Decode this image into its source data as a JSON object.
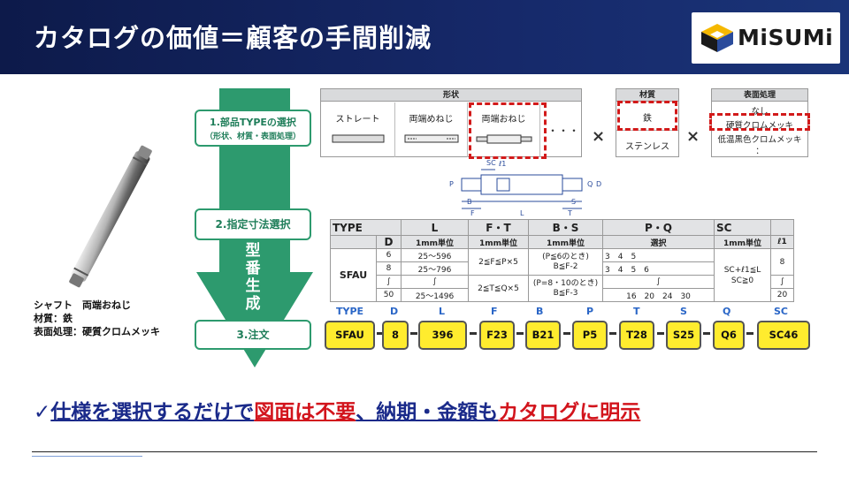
{
  "header": {
    "title": "カタログの価値＝顧客の手間削減",
    "logo_text": "MiSUMi"
  },
  "product": {
    "caption_lines": [
      "シャフト　両端おねじ",
      "材質：鉄",
      "表面処理：硬質クロムメッキ"
    ]
  },
  "flow": {
    "step1": "1.部品TYPEの選択",
    "step1_sub": "（形状、材質・表面処理）",
    "step2": "2.指定寸法選択",
    "step3": "3.注文",
    "vertical_text": [
      "型",
      "番",
      "生",
      "成"
    ]
  },
  "shape": {
    "header": "形状",
    "items": [
      "ストレート",
      "両端めねじ",
      "両端おねじ"
    ],
    "ellipsis": "・・・"
  },
  "times": "×",
  "material": {
    "header": "材質",
    "items": [
      "鉄",
      "ステンレス"
    ]
  },
  "surface": {
    "header": "表面処理",
    "items": [
      "なし",
      "硬質クロムメッキ",
      "低温黒色クロムメッキ",
      "："
    ]
  },
  "diagram_labels": [
    "SC",
    "ℓ1",
    "P",
    "Q",
    "D",
    "B",
    "S",
    "F",
    "L",
    "T"
  ],
  "spec_table": {
    "h_type": "TYPE",
    "h_L": "L",
    "h_FT": "F・T",
    "h_BS": "B・S",
    "h_PQ": "P・Q",
    "h_SC": "SC",
    "h_D": "D",
    "unit": "1mm単位",
    "select": "選択",
    "h_l1": "ℓ1",
    "type_val": "SFAU",
    "D": [
      "6",
      "8",
      "∫",
      "50"
    ],
    "L": [
      "25〜596",
      "25〜796",
      "∫",
      "25〜1496"
    ],
    "FT": [
      "2≦F≦P×5",
      "2≦T≦Q×5"
    ],
    "BS": [
      "(P≦6のとき)",
      "B≦F-2",
      "(P=8・10のとき)",
      "B≦F-3"
    ],
    "PQ": [
      "3　4　5",
      "3　4　5　6",
      "∫",
      "16　20　24　30"
    ],
    "SC": [
      "SC+ℓ1≦L",
      "SC≧0"
    ],
    "l1": [
      "8",
      "∫",
      "20"
    ]
  },
  "order": {
    "labels": [
      "TYPE",
      "D",
      "L",
      "F",
      "B",
      "P",
      "T",
      "S",
      "Q",
      "SC"
    ],
    "values": [
      "SFAU",
      "8",
      "396",
      "F23",
      "B21",
      "P5",
      "T28",
      "S25",
      "Q6",
      "SC46"
    ]
  },
  "bottom": {
    "check": "✓",
    "part1": "仕様を選択するだけで",
    "part2": "図面は不要",
    "part3": "、納期・金額も",
    "part4": "カタログに明示"
  },
  "colors": {
    "header_bg": "#0d1a4a",
    "arrow_green": "#2d9a6e",
    "highlight_red": "#d21a1a",
    "pill_yellow": "#ffec2e",
    "bottom_blue": "#1a2a8a"
  }
}
